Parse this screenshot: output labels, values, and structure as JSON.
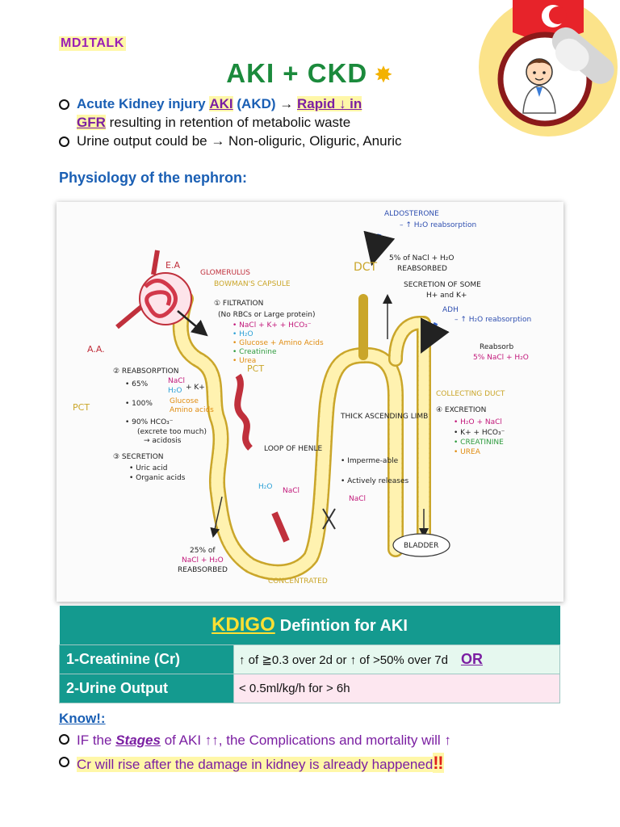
{
  "brand": "MD1TALK",
  "title": "AKI + CKD",
  "title_icon": "star-icon",
  "bullets": {
    "b1_a": "Acute Kidney injury",
    "b1_b": "AKI",
    "b1_c": "(AKD)",
    "b1_d": "→",
    "b1_e": "Rapid ↓ in",
    "b1_f": "GFR",
    "b1_g": "resulting in retention of metabolic waste",
    "b2": "Urine output could be → Non-oliguric, Oliguric, Anuric"
  },
  "physiology_heading": "Physiology of the nephron:",
  "diagram": {
    "aldosterone": "ALDOSTERONE",
    "aldo_effect": "– ↑ H₂O reabsorption",
    "dct": "DCT",
    "dct_1": "5% of NaCl + H₂O",
    "dct_2": "REABSORBED",
    "dct_3": "SECRETION OF SOME",
    "dct_4": "H+ and K+",
    "adh": "ADH",
    "adh_effect": "– ↑ H₂O reabsorption",
    "ea": "E.A",
    "aa": "A.A.",
    "glomerulus": "GLOMERULUS",
    "bowman": "BOWMAN'S CAPSULE",
    "filtration": "① FILTRATION",
    "filt_note": "(No RBCs or Large protein)",
    "filt_items": [
      "• NaCl + K+ + HCO₃⁻",
      "• H₂O",
      "• Glucose + Amino Acids",
      "• Creatinine",
      "• Urea"
    ],
    "reabsorb_title": "② REABSORPTION",
    "pct_side": "PCT",
    "pct_label": "PCT",
    "reab_65": "• 65%",
    "reab_nacl": "NaCl",
    "reab_k": "+ K+",
    "reab_h2o": "H₂O",
    "reab_100": "• 100%",
    "reab_gluc": "Glucose",
    "reab_amino": "Amino acids",
    "reab_hco3": "• 90% HCO₃⁻",
    "reab_hco3_note1": "(excrete too much)",
    "reab_hco3_note2": "→ acidosis",
    "secretion_title": "③ SECRETION",
    "sec_1": "• Uric acid",
    "sec_2": "• Organic acids",
    "reabsorbed_25_1": "25% of",
    "reabsorbed_25_2": "NaCl + H₂O",
    "reabsorbed_25_3": "REABSORBED",
    "loop": "LOOP OF HENLE",
    "loop_h2o": "H₂O",
    "loop_nacl": "NaCl",
    "thick_limb": "THICK ASCENDING LIMB",
    "thick_1": "• Imperme-able",
    "thick_2": "• Actively releases",
    "thick_3": "NaCl",
    "concentrated": "CONCENTRATED",
    "reabsorb_5_1": "Reabsorb",
    "reabsorb_5_2": "5% NaCl + H₂O",
    "collecting": "COLLECTING DUCT",
    "excretion": "④ EXCRETION",
    "exc_1": "• H₂O + NaCl",
    "exc_2": "• K+ + HCO₃⁻",
    "exc_3": "• CREATININE",
    "exc_4": "• UREA",
    "bladder": "BLADDER"
  },
  "table": {
    "kdigo": "KDIGO",
    "header_rest": "Defintion for AKI",
    "row1_label": "1-Creatinine (Cr)",
    "row1_value": "↑ of ≧0.3 over 2d or ↑ of >50% over 7d",
    "row1_or": "OR",
    "row2_label": "2-Urine Output",
    "row2_value": "< 0.5ml/kg/h for > 6h"
  },
  "know": {
    "heading": "Know!:",
    "k1_a": "IF the",
    "k1_b": "Stages",
    "k1_c": "of AKI ↑↑, the Complications and mortality will ↑",
    "k2": "Cr will rise after the damage in kidney is already happened",
    "k2_mark": "‼"
  },
  "colors": {
    "teal": "#149a8f",
    "title_green": "#1b8a3c",
    "heading_blue": "#1a5fb4",
    "purple": "#7b1fa2",
    "highlight": "#fff7a8"
  }
}
